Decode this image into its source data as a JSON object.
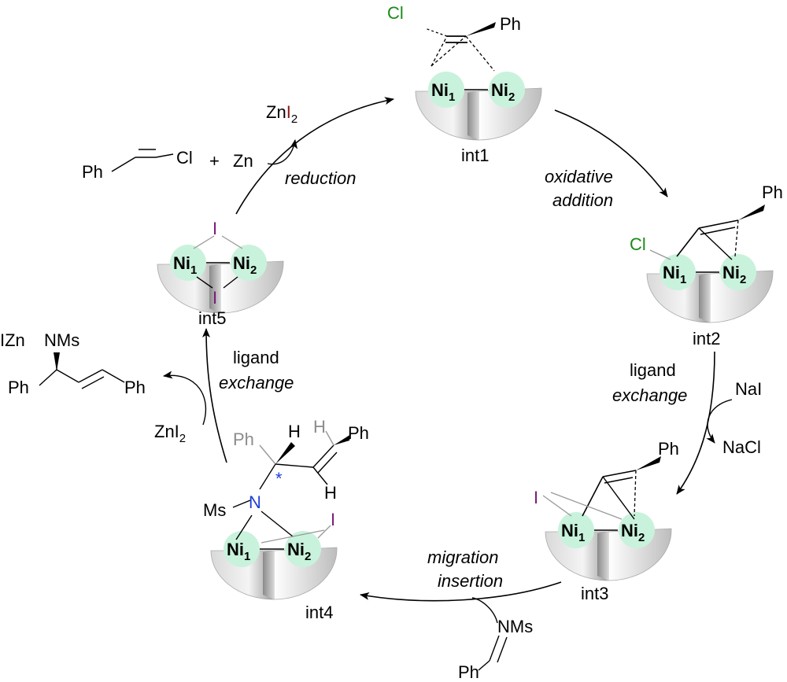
{
  "colors": {
    "green": "#1a8a1a",
    "purple": "#7a1a7a",
    "blue": "#1f3fd8",
    "gray": "#8c8c8c",
    "dark_red": "#8b1a1a",
    "ni_bubble": "#c9f2dc"
  },
  "labels": {
    "int1": "int1",
    "int2": "int2",
    "int3": "int3",
    "int4": "int4",
    "int5": "int5"
  },
  "steps": {
    "oxidative_1": "oxidative",
    "oxidative_2": "addition",
    "ligand_right_1": "ligand",
    "ligand_right_2": "exchange",
    "migration_1": "migration",
    "migration_2": "insertion",
    "ligand_left_1": "ligand",
    "ligand_left_2": "exchange",
    "reduction": "reduction"
  },
  "reagents": {
    "zni2_top_a": "Zn",
    "zni2_top_i": "I",
    "zni2_top_sub": "2",
    "zn": "Zn",
    "plus": "+",
    "ph": "Ph",
    "cl": "Cl",
    "nai": "NaI",
    "nacl": "NaCl",
    "nms": "NMs",
    "ms": "Ms",
    "izn": "IZn",
    "zni2_left": "ZnI",
    "zni2_left_sub": "2",
    "h": "H",
    "n": "N",
    "star": "*",
    "i": "I"
  },
  "ni": {
    "ni": "Ni",
    "sub1": "1",
    "sub2": "2"
  }
}
